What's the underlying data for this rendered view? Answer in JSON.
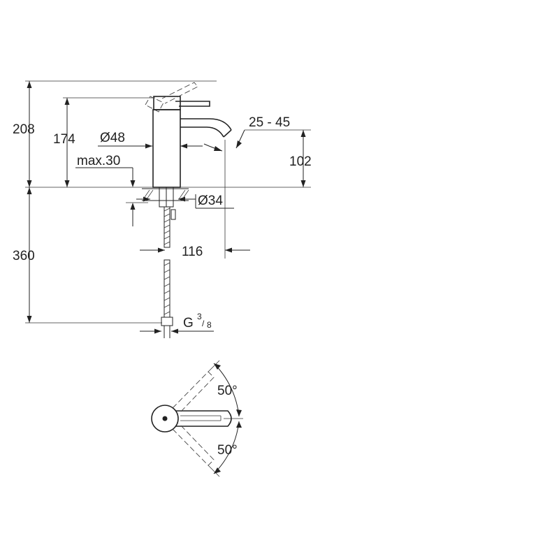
{
  "dimensions": {
    "total_height": "208",
    "spout_height": "174",
    "body_diameter": "Ø48",
    "counter_thickness": "max.30",
    "aerator_angle": "25 - 45",
    "outlet_height": "102",
    "hole_diameter": "Ø34",
    "projection": "116",
    "hose_length": "360",
    "thread_prefix": "G",
    "thread_num": "3",
    "thread_den": "8",
    "swivel_top": "50°",
    "swivel_bottom": "50°"
  },
  "colors": {
    "line": "#222222",
    "background": "#ffffff"
  }
}
